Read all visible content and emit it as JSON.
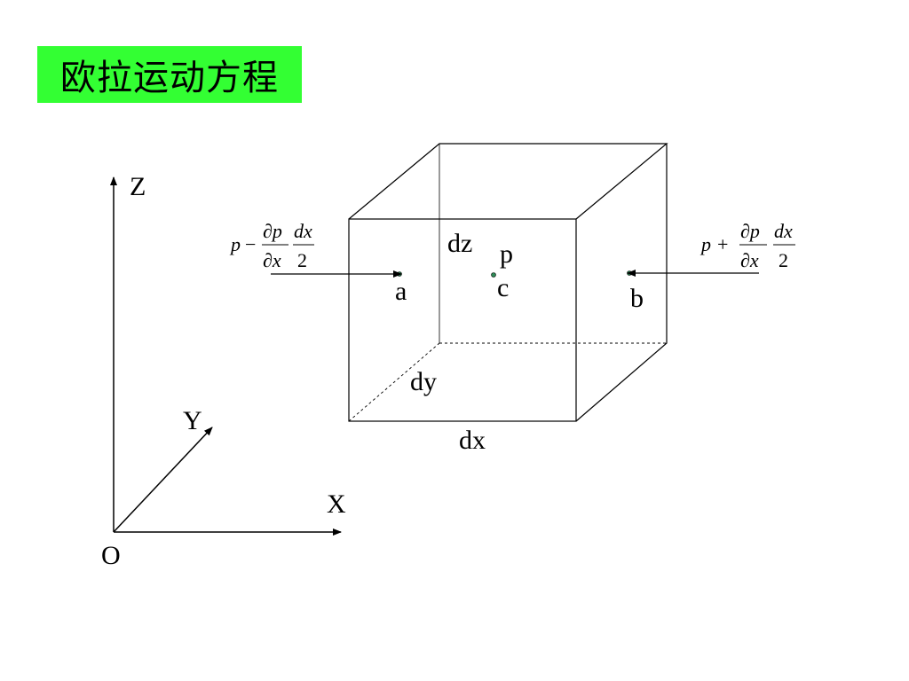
{
  "slide": {
    "title": "欧拉运动方程"
  },
  "axes": {
    "z": "Z",
    "y": "Y",
    "x": "X",
    "origin": "O"
  },
  "cube": {
    "dz": "dz",
    "dy": "dy",
    "dx": "dx"
  },
  "points": {
    "a": "a",
    "b": "b",
    "c": "c",
    "p": "p"
  },
  "formula_left": {
    "p": "p",
    "op": "−",
    "num1": "∂p",
    "den1": "∂x",
    "num2": "dx",
    "den2": "2"
  },
  "formula_right": {
    "p": "p",
    "op": "+",
    "num1": "∂p",
    "den1": "∂x",
    "num2": "dx",
    "den2": "2"
  },
  "colors": {
    "title_bg": "#33ff33",
    "point_fill": "#2e8b57"
  }
}
